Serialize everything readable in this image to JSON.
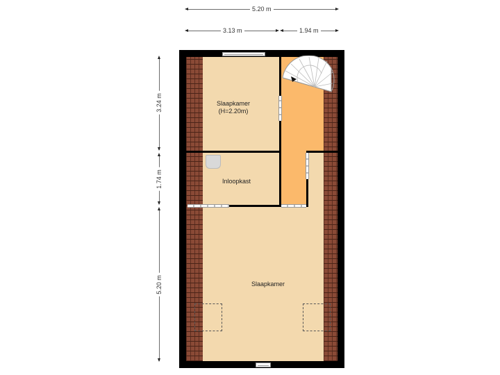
{
  "dimensions": {
    "top_total": "5.20 m",
    "top_left": "3.13 m",
    "top_right": "1.94 m",
    "left_top": "3.24 m",
    "left_middle": "1.74 m",
    "left_bottom": "5.20 m"
  },
  "rooms": {
    "bedroom_top": {
      "name": "Slaapkamer",
      "height": "(H=2.20m)"
    },
    "walk_in_closet": {
      "name": "Inloopkast"
    },
    "bedroom_bottom": {
      "name": "Slaapkamer"
    }
  },
  "colors": {
    "wall": "#000000",
    "floor": "#f3d9ae",
    "hall": "#fbb96b",
    "roof_tiles": "#8a4a36"
  }
}
